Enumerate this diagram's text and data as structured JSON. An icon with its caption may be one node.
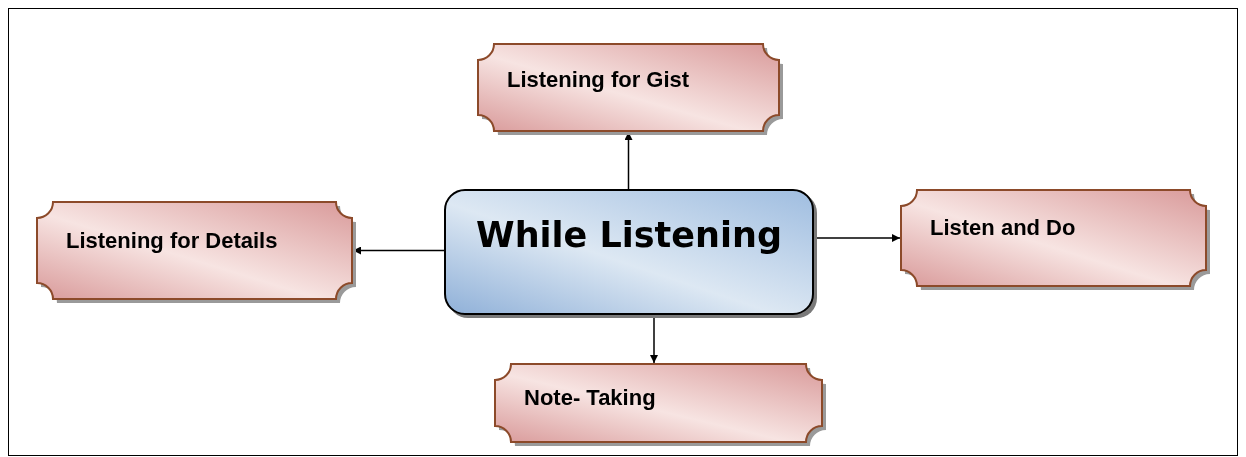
{
  "diagram": {
    "nodes": [
      {
        "text": [
          "While Listening"
        ]
      },
      {
        "text": [
          "Listening for Gist"
        ]
      },
      {
        "text": [
          "Listening for Details"
        ]
      },
      {
        "text": [
          "Listen and Do"
        ]
      },
      {
        "text": [
          "Note- Taking"
        ]
      }
    ],
    "edges": [
      {
        "from": 0,
        "to": 1,
        "arrow": "to"
      },
      {
        "from": 0,
        "to": 2,
        "arrow": "to"
      },
      {
        "from": 0,
        "to": 3,
        "arrow": "to"
      },
      {
        "from": 0,
        "to": 4,
        "arrow": "to"
      }
    ]
  }
}
